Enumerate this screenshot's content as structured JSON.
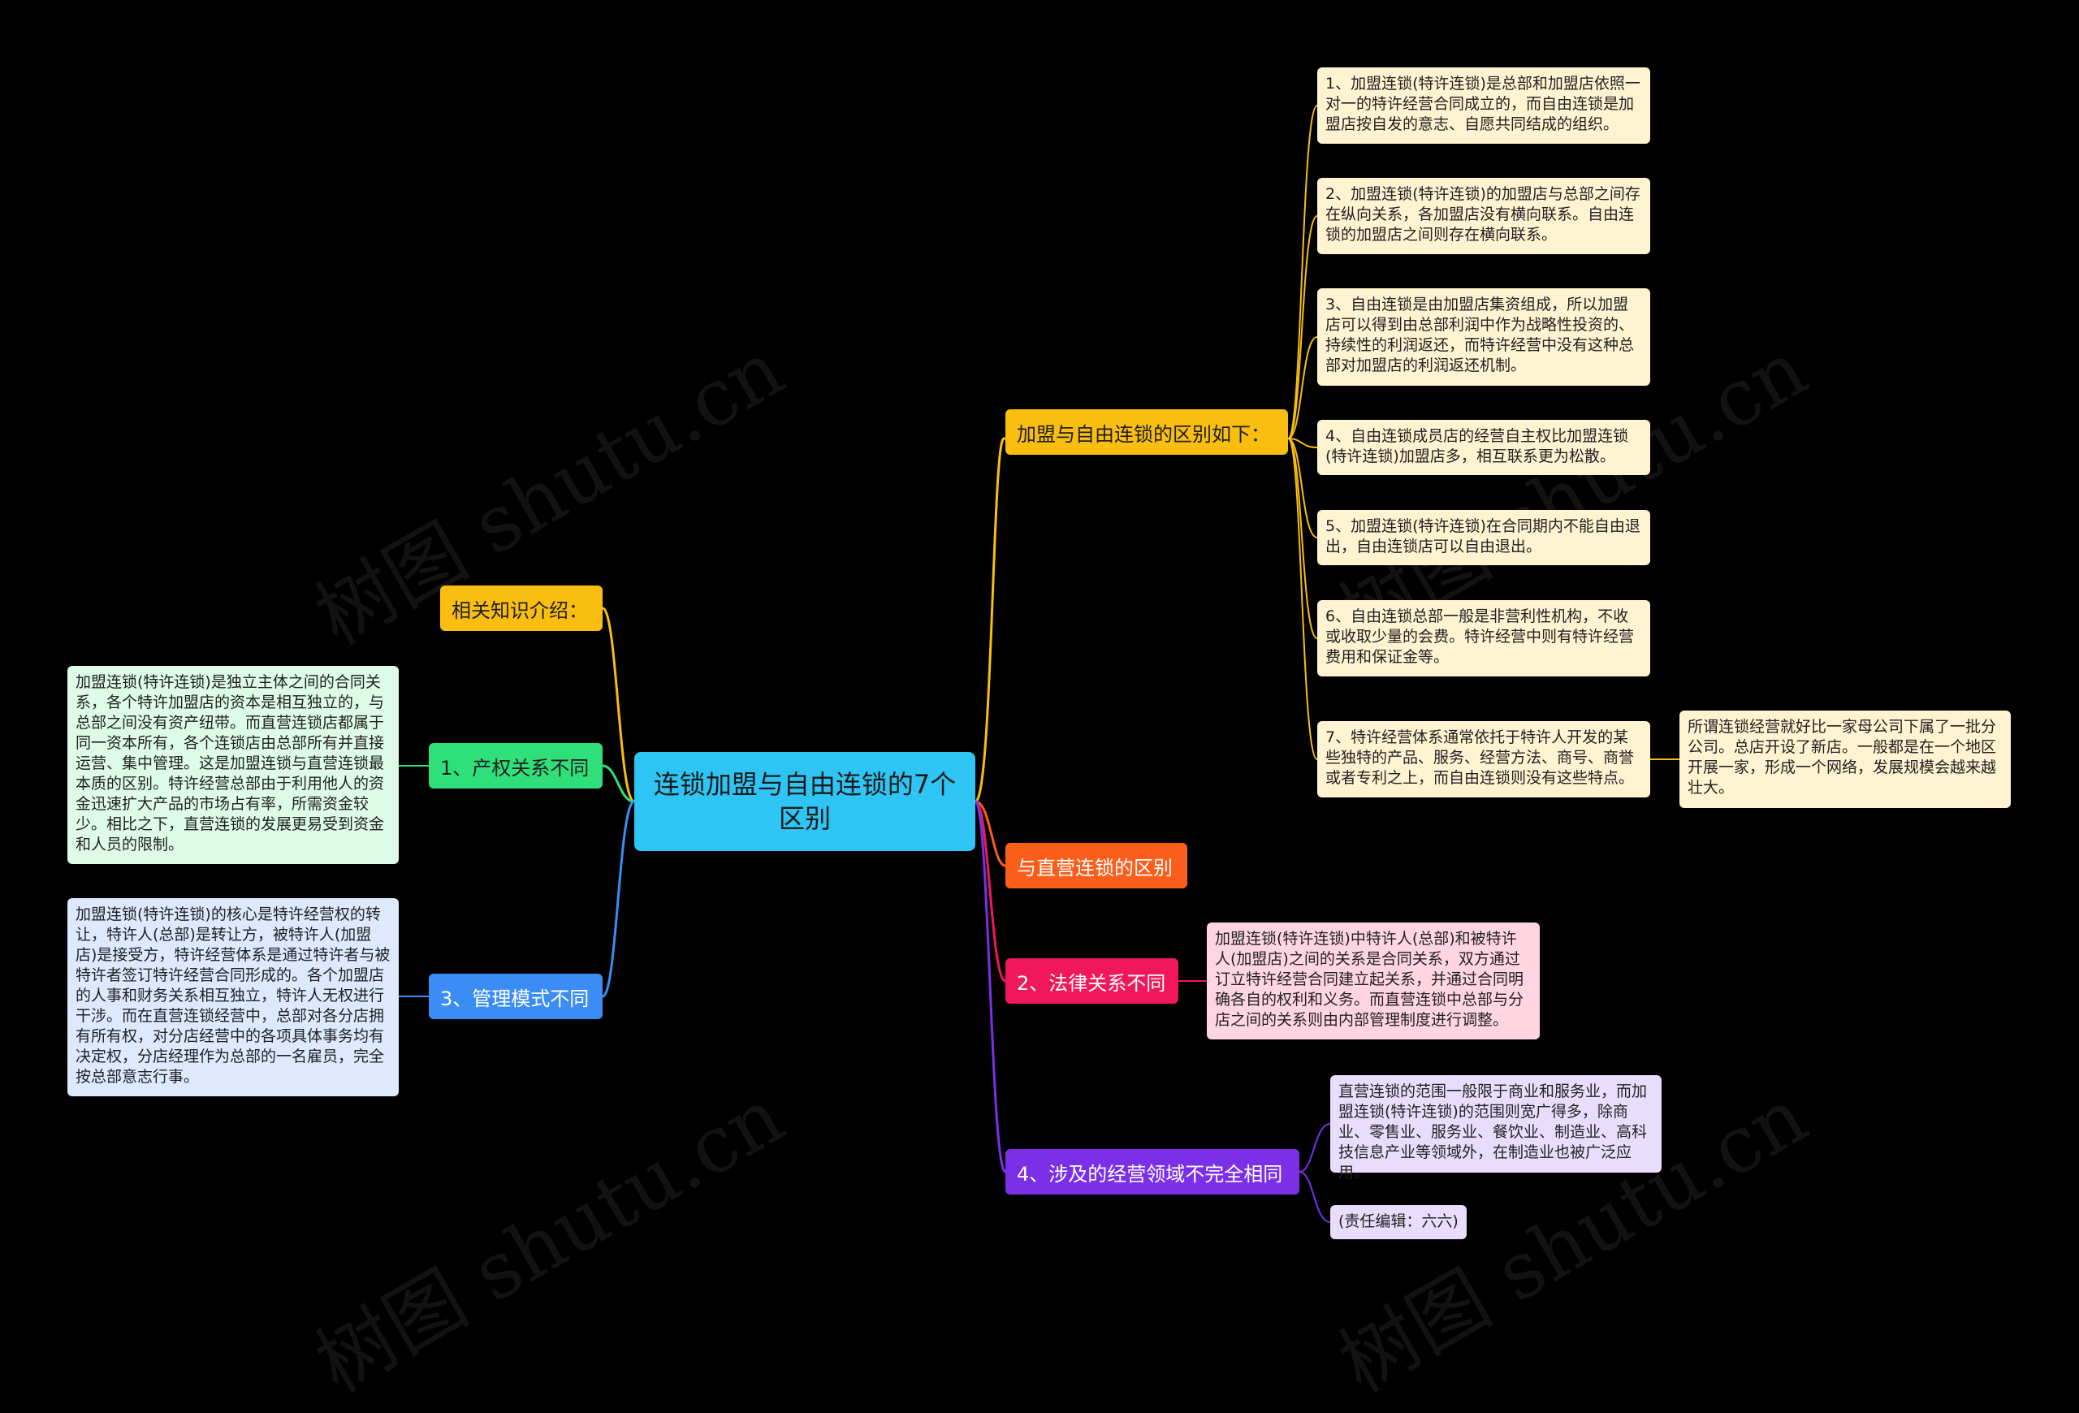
{
  "root": {
    "title": "连锁加盟与自由连锁的7个区别"
  },
  "branches": {
    "diff": {
      "label": "加盟与自由连锁的区别如下："
    },
    "direct": {
      "label": "与直营连锁的区别"
    },
    "legal": {
      "label": "2、法律关系不同"
    },
    "domain": {
      "label": "4、涉及的经营领域不完全相同"
    },
    "related": {
      "label": "相关知识介绍："
    },
    "property": {
      "label": "1、产权关系不同"
    },
    "manage": {
      "label": "3、管理模式不同"
    }
  },
  "diff_items": [
    "1、加盟连锁(特许连锁)是总部和加盟店依照一对一的特许经营合同成立的，而自由连锁是加盟店按自发的意志、自愿共同结成的组织。",
    "2、加盟连锁(特许连锁)的加盟店与总部之间存在纵向关系，各加盟店没有横向联系。自由连锁的加盟店之间则存在横向联系。",
    "3、自由连锁是由加盟店集资组成，所以加盟店可以得到由总部利润中作为战略性投资的、持续性的利润返还，而特许经营中没有这种总部对加盟店的利润返还机制。",
    "4、自由连锁成员店的经营自主权比加盟连锁(特许连锁)加盟店多，相互联系更为松散。",
    "5、加盟连锁(特许连锁)在合同期内不能自由退出，自由连锁店可以自由退出。",
    "6、自由连锁总部一般是非营利性机构，不收或收取少量的会费。特许经营中则有特许经营费用和保证金等。",
    "7、特许经营体系通常依托于特许人开发的某些独特的产品、服务、经营方法、商号、商誉或者专利之上，而自由连锁则没有这些特点。"
  ],
  "diff_item7_note": "所谓连锁经营就好比一家母公司下属了一批分公司。总店开设了新店。一般都是在一个地区开展一家，形成一个网络，发展规模会越来越壮大。",
  "legal_text": "加盟连锁(特许连锁)中特许人(总部)和被特许人(加盟店)之间的关系是合同关系，双方通过订立特许经营合同建立起关系，并通过合同明确各自的权利和义务。而直营连锁中总部与分店之间的关系则由内部管理制度进行调整。",
  "domain_text": "直营连锁的范围一般限于商业和服务业，而加盟连锁(特许连锁)的范围则宽广得多，除商业、零售业、服务业、餐饮业、制造业、高科技信息产业等领域外，在制造业也被广泛应用。",
  "domain_editor": "(责任编辑：六六)",
  "property_text": "加盟连锁(特许连锁)是独立主体之间的合同关系，各个特许加盟店的资本是相互独立的，与总部之间没有资产纽带。而直营连锁店都属于同一资本所有，各个连锁店由总部所有并直接运营、集中管理。这是加盟连锁与直营连锁最本质的区别。特许经营总部由于利用他人的资金迅速扩大产品的市场占有率，所需资金较少。相比之下，直营连锁的发展更易受到资金和人员的限制。",
  "manage_text": "加盟连锁(特许连锁)的核心是特许经营权的转让，特许人(总部)是转让方，被特许人(加盟店)是接受方，特许经营体系是通过特许者与被特许者签订特许经营合同形成的。各个加盟店的人事和财务关系相互独立，特许人无权进行干涉。而在直营连锁经营中，总部对各分店拥有所有权，对分店经营中的各项具体事务均有决定权，分店经理作为总部的一名雇员，完全按总部意志行事。",
  "watermark": "树图 shutu.cn",
  "colors": {
    "background": "#000000",
    "root": "#2ec4f3",
    "yellow": "#f9be0f",
    "orange": "#fb5d1a",
    "red": "#f0175c",
    "purple": "#7b30e8",
    "green": "#2fe07a",
    "blue": "#3b8df5"
  }
}
